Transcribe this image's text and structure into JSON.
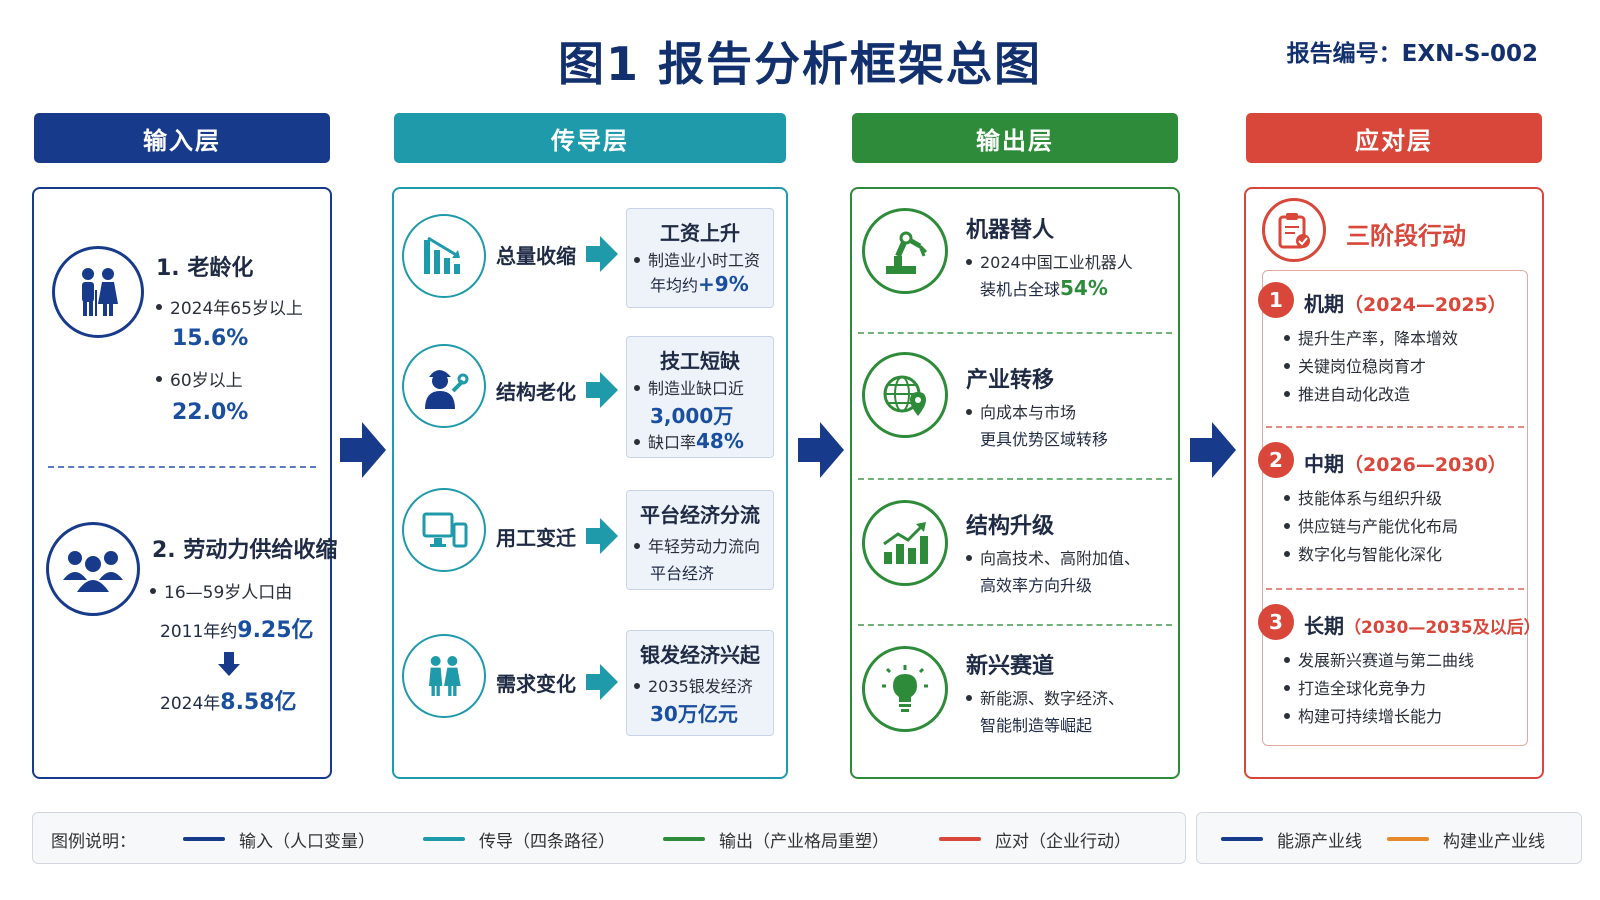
{
  "title": "图1  报告分析框架总图",
  "report_no": "报告编号：EXN-S-002",
  "colors": {
    "input": "#173b8a",
    "conduct": "#1f9aaa",
    "output": "#2e8b3a",
    "respond": "#d9473a"
  },
  "headers": {
    "input": "输入层",
    "conduct": "传导层",
    "output": "输出层",
    "respond": "应对层"
  },
  "input": {
    "aging": {
      "title": "1. 老龄化",
      "b1_text": "2024年65岁以上",
      "b1_value": "15.6%",
      "b2_text": "60岁以上",
      "b2_value": "22.0%"
    },
    "labor": {
      "title": "2. 劳动力供给收缩",
      "b1_text": "16—59岁人口由",
      "from_prefix": "2011年约",
      "from_value": "9.25亿",
      "to_prefix": "2024年",
      "to_value": "8.58亿"
    }
  },
  "conduct": [
    {
      "label": "总量收缩",
      "box_title": "工资上升",
      "line1": "制造业小时工资",
      "line2_prefix": "年均约",
      "line2_value": "+9%"
    },
    {
      "label": "结构老化",
      "box_title": "技工短缺",
      "line1": "制造业缺口近",
      "line2_value": "3,000万",
      "line3_prefix": "缺口率",
      "line3_value": "48%"
    },
    {
      "label": "用工变迁",
      "box_title": "平台经济分流",
      "line1": "年轻劳动力流向",
      "line2": "平台经济"
    },
    {
      "label": "需求变化",
      "box_title": "银发经济兴起",
      "line1": "2035银发经济",
      "line2_value": "30万亿元"
    }
  ],
  "output": [
    {
      "title": "机器替人",
      "line1": "2024中国工业机器人",
      "line2_prefix": "装机占全球",
      "line2_value": "54%"
    },
    {
      "title": "产业转移",
      "line1": "向成本与市场",
      "line2": "更具优势区域转移"
    },
    {
      "title": "结构升级",
      "line1": "向高技术、高附加值、",
      "line2": "高效率方向升级"
    },
    {
      "title": "新兴赛道",
      "line1": "新能源、数字经济、",
      "line2": "智能制造等崛起"
    }
  ],
  "respond": {
    "title": "三阶段行动",
    "phases": [
      {
        "num": "1",
        "name": "机期",
        "period": "（2024—2025）",
        "items": [
          "提升生产率，降本增效",
          "关键岗位稳岗育才",
          "推进自动化改造"
        ]
      },
      {
        "num": "2",
        "name": "中期",
        "period": "（2026—2030）",
        "items": [
          "技能体系与组织升级",
          "供应链与产能优化布局",
          "数字化与智能化深化"
        ]
      },
      {
        "num": "3",
        "name": "长期",
        "period": "（2030—2035及以后）",
        "items": [
          "发展新兴赛道与第二曲线",
          "打造全球化竞争力",
          "构建可持续增长能力"
        ]
      }
    ]
  },
  "legend": {
    "label": "图例说明：",
    "items": [
      {
        "text": "输入（人口变量）",
        "color": "#173b8a"
      },
      {
        "text": "传导（四条路径）",
        "color": "#1f9aaa"
      },
      {
        "text": "输出（产业格局重塑）",
        "color": "#2e8b3a"
      },
      {
        "text": "应对（企业行动）",
        "color": "#d9473a"
      }
    ],
    "extra": [
      {
        "text": "能源产业线",
        "color": "#173b8a"
      },
      {
        "text": "构建业产业线",
        "color": "#e8892b"
      }
    ]
  }
}
